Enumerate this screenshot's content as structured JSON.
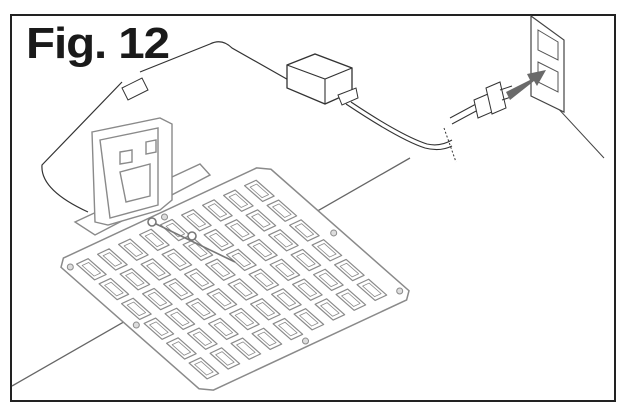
{
  "figure": {
    "title": "Fig. 12",
    "plate_slot_columns": 9,
    "plate_slot_rows": 6
  },
  "colors": {
    "line": "#222222",
    "plate": "#8a8a8a",
    "arrow": "#6a6a6a"
  }
}
